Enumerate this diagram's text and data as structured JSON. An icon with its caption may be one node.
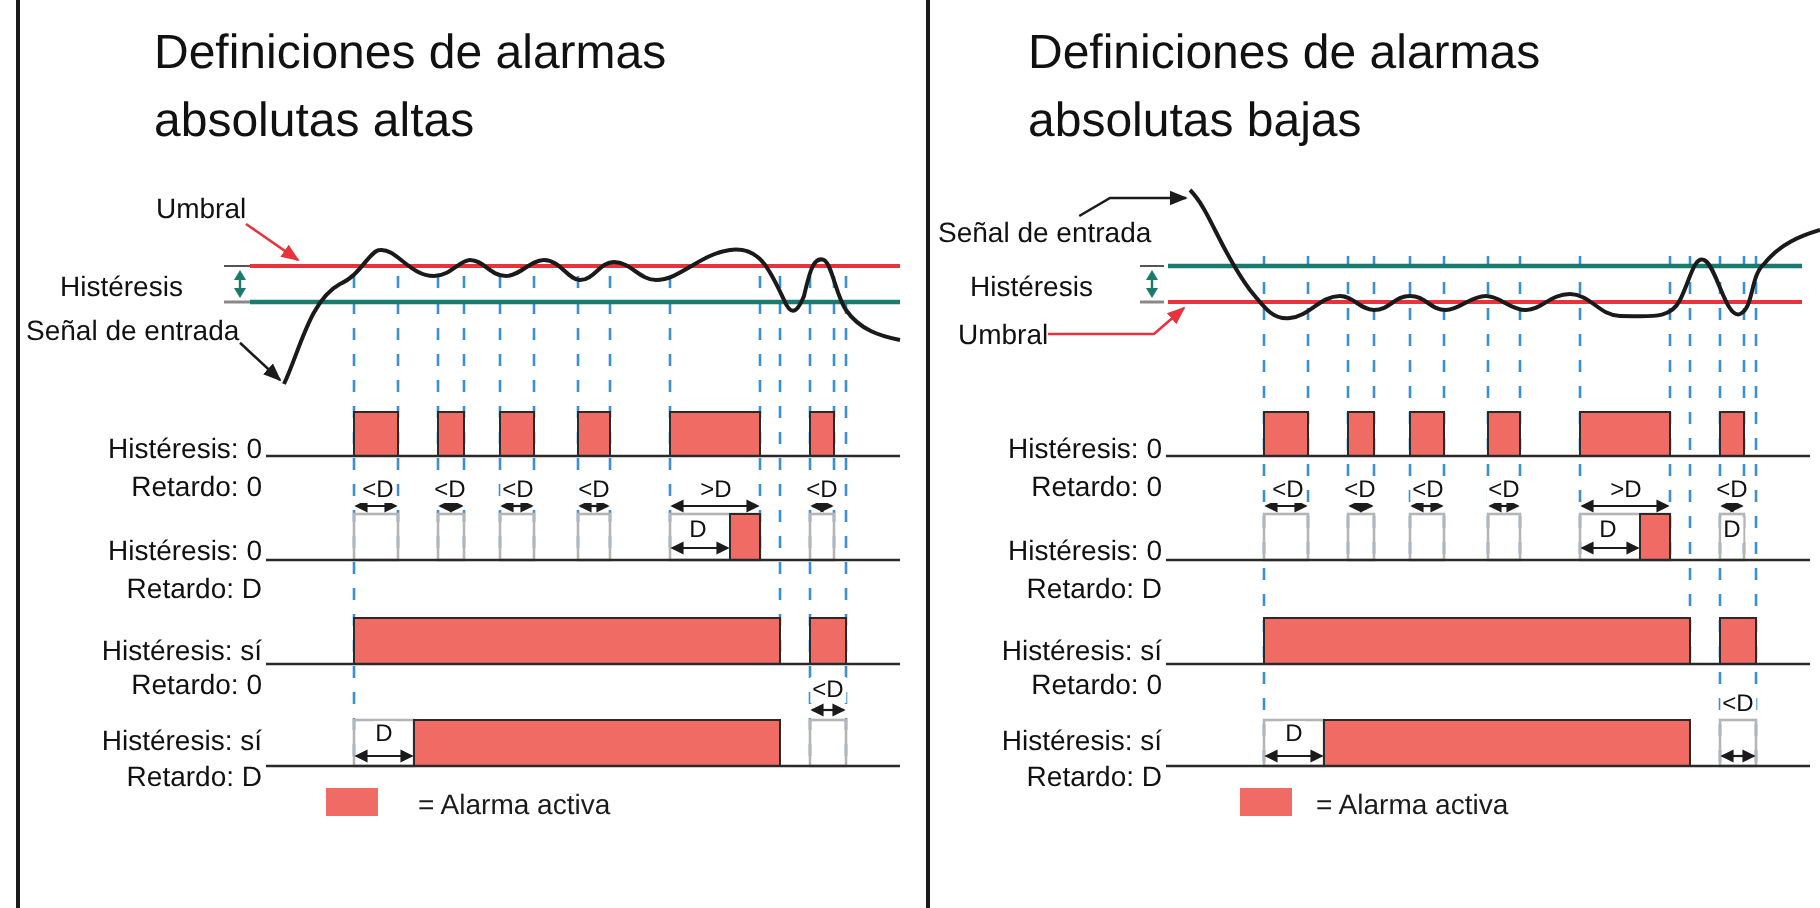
{
  "diagram": {
    "nodes": [
      {
        "text": [
          "Definiciones de alarmas absolutas altas"
        ]
      },
      {
        "text": [
          "Umbral"
        ],
        "in": 0
      },
      {
        "text": [
          "Señal de entrada"
        ],
        "in": 0
      },
      {
        "text": [
          "Definiciones de alarmas absolutas bajas"
        ]
      },
      {
        "text": [
          "Señal de entrada"
        ],
        "in": 3
      },
      {
        "text": [
          "Umbral"
        ],
        "in": 3
      }
    ],
    "edges": [
      {
        "from": 1,
        "to": null,
        "arrow": "to",
        "color": "#e8323c"
      },
      {
        "from": 2,
        "to": null,
        "arrow": "to",
        "color": "#1b1b1b"
      },
      {
        "from": 4,
        "to": null,
        "arrow": "to",
        "color": "#1b1b1b"
      },
      {
        "from": 5,
        "to": null,
        "arrow": "to",
        "color": "#e8323c"
      }
    ],
    "labels": [
      "Histéresis",
      "Histéresis: 0",
      "Retardo: 0",
      "<D",
      "<D",
      "<D",
      "<D",
      ">D",
      "<D",
      "D",
      "Histéresis: 0",
      "Retardo: D",
      "Histéresis: sí",
      "Retardo: 0",
      "<D",
      "Histéresis: sí",
      "D",
      "Retardo: D",
      "Histéresis",
      "Histéresis: 0",
      "Retardo: 0",
      "<D",
      "<D",
      "<D",
      "<D",
      ">D",
      "<D",
      "D",
      "D",
      "Histéresis: 0",
      "Retardo: D",
      "Histéresis: sí",
      "Retardo: 0",
      "<D",
      "Histéresis: sí",
      "D",
      "Retardo: D"
    ],
    "legend": [
      {
        "text": "= Alarma activa",
        "color": "#ef6b64"
      },
      {
        "text": "= Alarma activa",
        "color": "#ef6b64"
      }
    ]
  }
}
